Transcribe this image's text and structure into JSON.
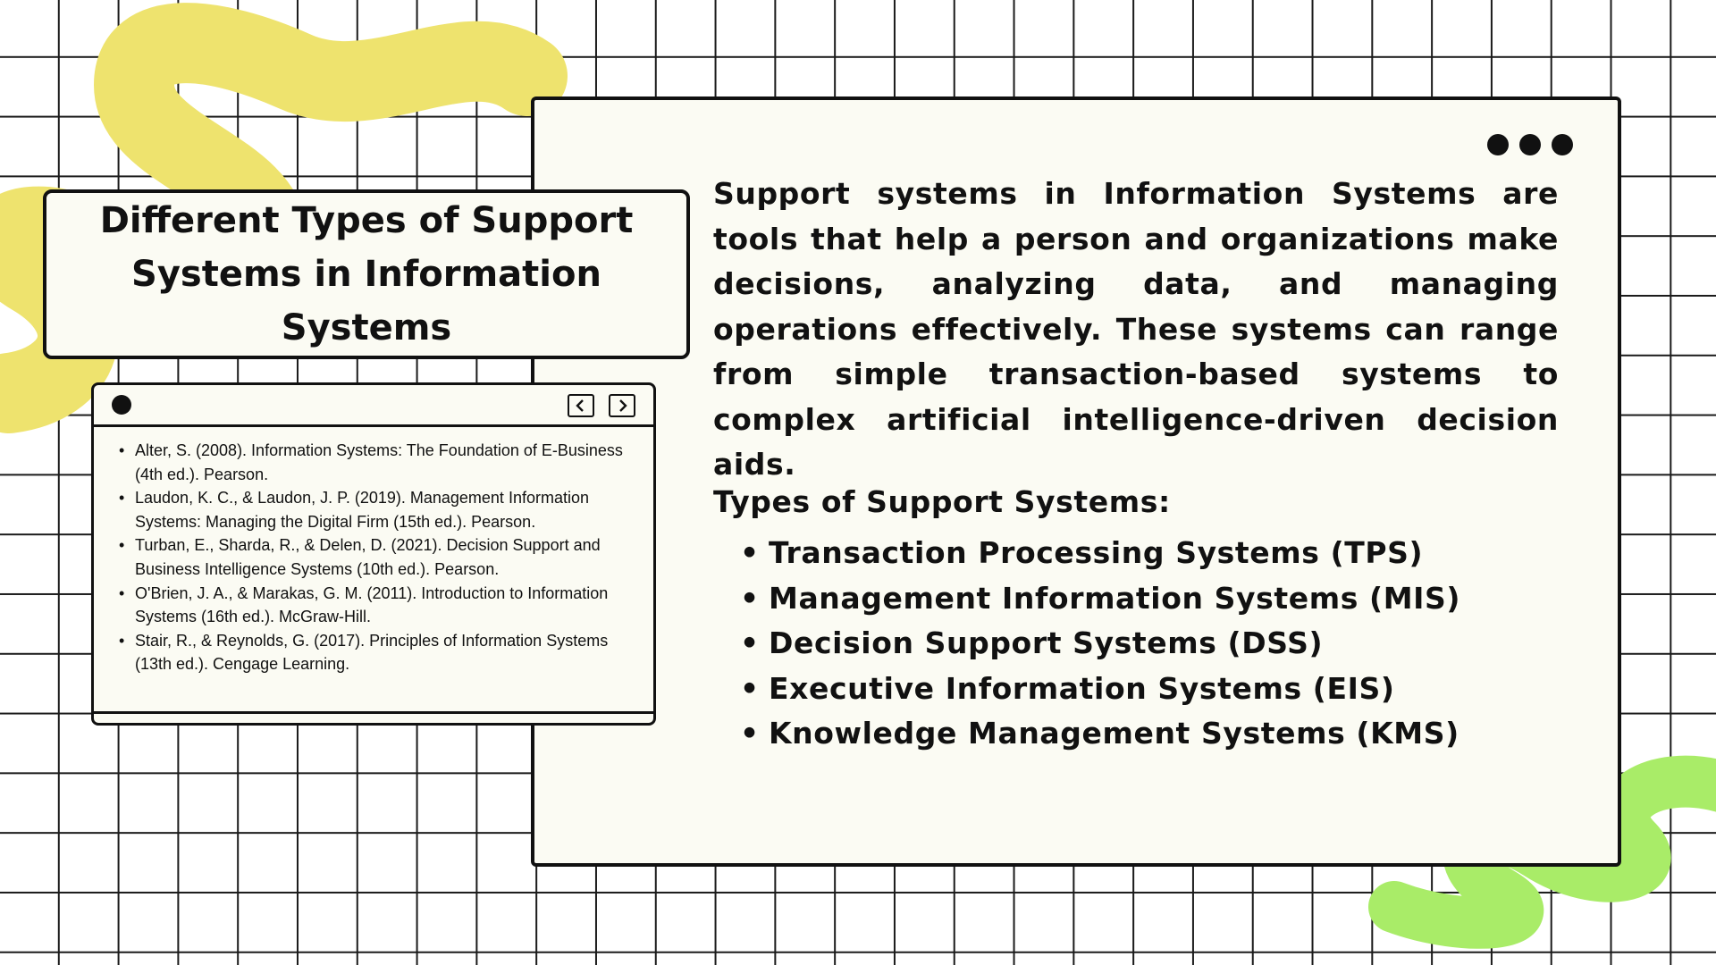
{
  "title": "Different Types of Support Systems in Information Systems",
  "intro": "Support systems in Information Systems are tools that help a person and organizations make decisions, analyzing data, and managing operations effectively. These systems can range from simple transaction-based systems to complex artificial intelligence-driven decision aids.",
  "types_heading": "Types of Support Systems:",
  "bullet_symbol": "•",
  "types": [
    "Transaction Processing Systems (TPS)",
    "Management Information Systems (MIS)",
    "Decision Support Systems (DSS)",
    "Executive Information Systems (EIS)",
    "Knowledge Management Systems (KMS)"
  ],
  "references": [
    "Alter, S. (2008). Information Systems: The Foundation of E-Business (4th ed.). Pearson.",
    "Laudon, K. C., & Laudon, J. P. (2019). Management Information Systems: Managing the Digital Firm (15th ed.). Pearson.",
    "Turban, E., Sharda, R., & Delen, D. (2021). Decision Support and Business Intelligence Systems (10th ed.). Pearson.",
    "O'Brien, J. A., & Marakas, G. M. (2011). Introduction to Information Systems (16th ed.). McGraw-Hill.",
    "Stair, R., & Reynolds, G. (2017). Principles of Information Systems (13th ed.). Cengage Learning."
  ],
  "icons": {
    "prev": "chevron-left-icon",
    "next": "chevron-right-icon",
    "window_menu": "three-dots-icon"
  },
  "colors": {
    "card_background": "#fbfbf3",
    "yellow_squiggle": "#eee36e",
    "green_squiggle": "#a9ec68",
    "outline": "#111111"
  }
}
